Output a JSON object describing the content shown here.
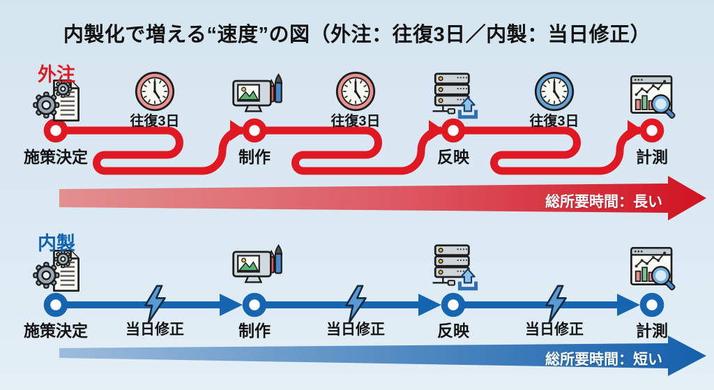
{
  "title": "内製化で増える“速度”の図（外注：往復3日／内製：当日修正）",
  "colors": {
    "background": "#dbe9f3",
    "outsourced_red": "#df1824",
    "inhouse_blue": "#1565b0",
    "text_dark": "#141414",
    "summary_red_gradient": [
      "#e29090",
      "#d01322"
    ],
    "summary_blue_gradient": [
      "#9dbcdc",
      "#1560ac"
    ],
    "clock_rim_red": "#ea9191",
    "clock_rim_blue": "#63a3d8"
  },
  "outsourced": {
    "label": "外注",
    "steps": [
      {
        "label": "施策決定",
        "icon": "gear-document-icon"
      },
      {
        "label": "制作",
        "icon": "design-monitor-icon"
      },
      {
        "label": "反映",
        "icon": "server-upload-icon"
      },
      {
        "label": "計測",
        "icon": "analytics-magnifier-icon"
      }
    ],
    "intervals": [
      {
        "label": "往復3日",
        "icon": "clock-icon"
      },
      {
        "label": "往復3日",
        "icon": "clock-icon"
      },
      {
        "label": "往復3日",
        "icon": "clock-icon"
      }
    ],
    "summary": "総所要時間：長い"
  },
  "inhouse": {
    "label": "内製",
    "steps": [
      {
        "label": "施策決定",
        "icon": "gear-document-icon"
      },
      {
        "label": "制作",
        "icon": "design-monitor-icon"
      },
      {
        "label": "反映",
        "icon": "server-upload-icon"
      },
      {
        "label": "計測",
        "icon": "analytics-magnifier-icon"
      }
    ],
    "intervals": [
      {
        "label": "当日修正",
        "icon": "lightning-icon"
      },
      {
        "label": "当日修正",
        "icon": "lightning-icon"
      },
      {
        "label": "当日修正",
        "icon": "lightning-icon"
      }
    ],
    "summary": "総所要時間：短い"
  }
}
